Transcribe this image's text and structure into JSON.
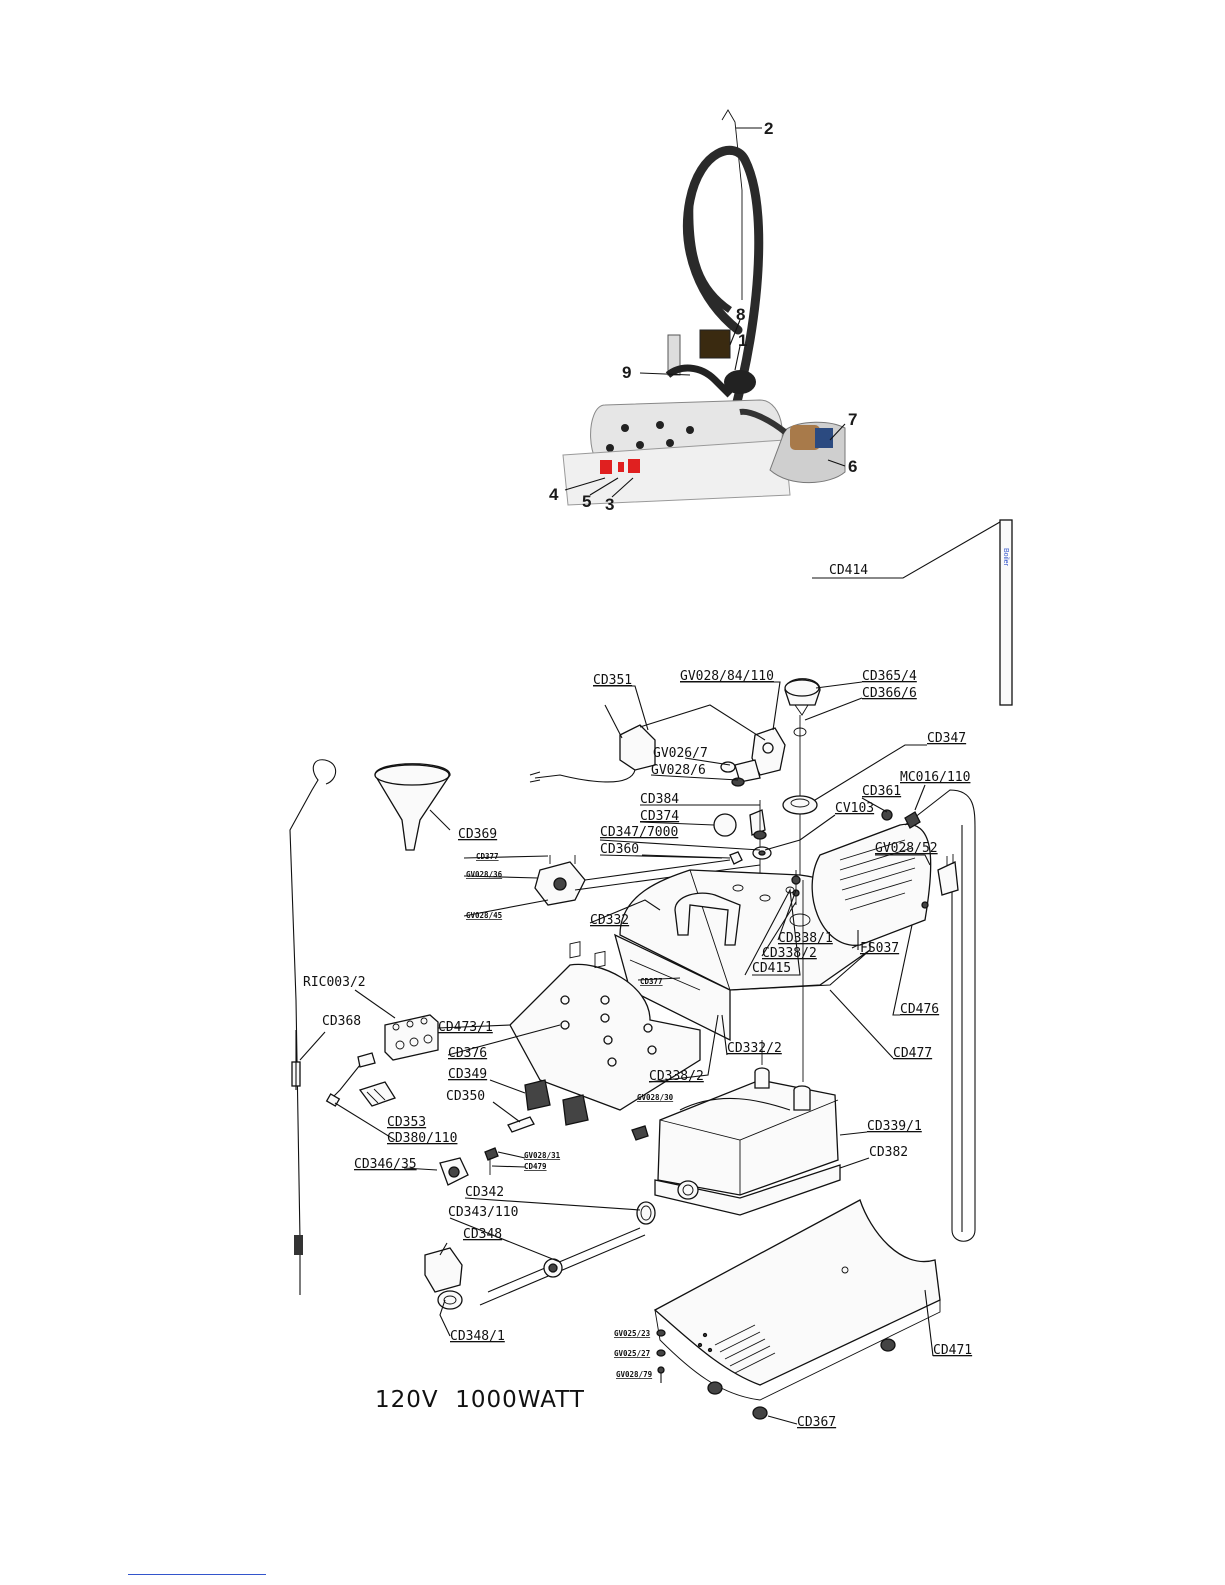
{
  "photo": {
    "callouts": [
      "1",
      "2",
      "3",
      "4",
      "5",
      "6",
      "7",
      "8",
      "9"
    ]
  },
  "boiler_text": "Boiler",
  "parts": {
    "CD414": "CD414",
    "CD351": "CD351",
    "GV028_84_110": "GV028/84/110",
    "CD365_4": "CD365/4",
    "CD366_6": "CD366/6",
    "CD347": "CD347",
    "GV026_7": "GV026/7",
    "GV028_6": "GV028/6",
    "MC016_110": "MC016/110",
    "CD361": "CD361",
    "CD384": "CD384",
    "CV103": "CV103",
    "CD374": "CD374",
    "CD369": "CD369",
    "CD347_7000": "CD347/7000",
    "GV028_52": "GV028/52",
    "CD360": "CD360",
    "CD377a": "CD377",
    "GV028_36": "GV028/36",
    "GV028_45": "GV028/45",
    "CD332": "CD332",
    "CD338_1": "CD338/1",
    "CD338_2a": "CD338/2",
    "FS037": "FS037",
    "CD415": "CD415",
    "CD377b": "CD377",
    "RIC003_2": "RIC003/2",
    "CD476": "CD476",
    "CD368": "CD368",
    "CD473_1": "CD473/1",
    "CD376": "CD376",
    "CD332_2": "CD332/2",
    "CD477": "CD477",
    "CD349": "CD349",
    "CD338_2b": "CD338/2",
    "CD350": "CD350",
    "GV028_30": "GV028/30",
    "CD353": "CD353",
    "CD339_1": "CD339/1",
    "CD380_110": "CD380/110",
    "CD382": "CD382",
    "GV028_31": "GV028/31",
    "CD479": "CD479",
    "CD346_35": "CD346/35",
    "CD342": "CD342",
    "CD343_110": "CD343/110",
    "CD348": "CD348",
    "CD348_1": "CD348/1",
    "GV025_23": "GV025/23",
    "GV025_27": "GV025/27",
    "GV028_79": "GV028/79",
    "CD471": "CD471",
    "CD367": "CD367"
  },
  "spec": "120V  1000WATT",
  "colors": {
    "line": "#111111",
    "switch_red": "#e02020",
    "boiler_text": "#3355cc"
  }
}
